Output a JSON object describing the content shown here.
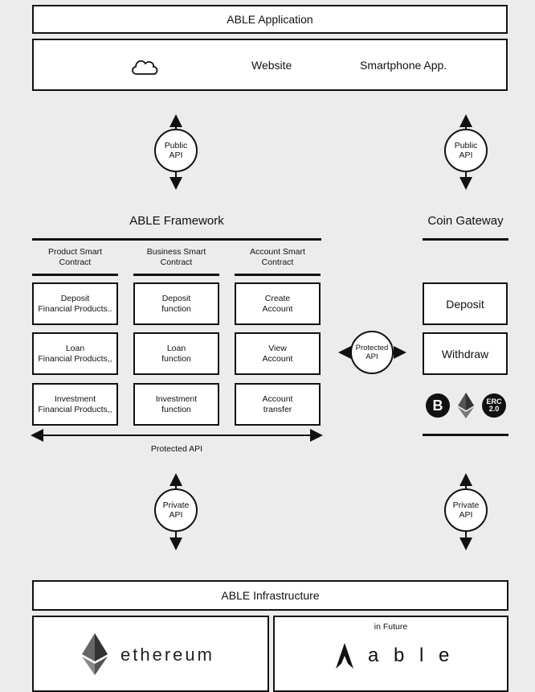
{
  "application": {
    "title": "ABLE Application",
    "website": "Website",
    "smartphone": "Smartphone App.",
    "cloud_icon": "cloud-icon"
  },
  "apis": {
    "public_left": "Public\nAPI",
    "public_right": "Public\nAPI",
    "protected_center": "Protected\nAPI",
    "protected_bottom": "Protected API",
    "private_left": "Private\nAPI",
    "private_right": "Private\nAPI"
  },
  "framework": {
    "title": "ABLE Framework",
    "columns": [
      {
        "header": "Product Smart\nContract",
        "cells": [
          "Deposit\nFinancial Products..",
          "Loan\nFinancial Products,,",
          "Investment\nFinancial Products,,"
        ]
      },
      {
        "header": "Business Smart\nContract",
        "cells": [
          "Deposit\nfunction",
          "Loan\nfunction",
          "Investment\nfunction"
        ]
      },
      {
        "header": "Account Smart\nContract",
        "cells": [
          "Create\nAccount",
          "View\nAccount",
          "Account\ntransfer"
        ]
      }
    ]
  },
  "gateway": {
    "title": "Coin Gateway",
    "deposit": "Deposit",
    "withdraw": "Withdraw",
    "coins": [
      {
        "icon": "bitcoin-icon",
        "label": "B"
      },
      {
        "icon": "ethereum-icon",
        "label": ""
      },
      {
        "icon": "erc20-icon",
        "label": "ERC\n2.0"
      }
    ]
  },
  "infrastructure": {
    "title": "ABLE Infrastructure",
    "ethereum": "ethereum",
    "future": "in Future",
    "able": "a b l e"
  }
}
